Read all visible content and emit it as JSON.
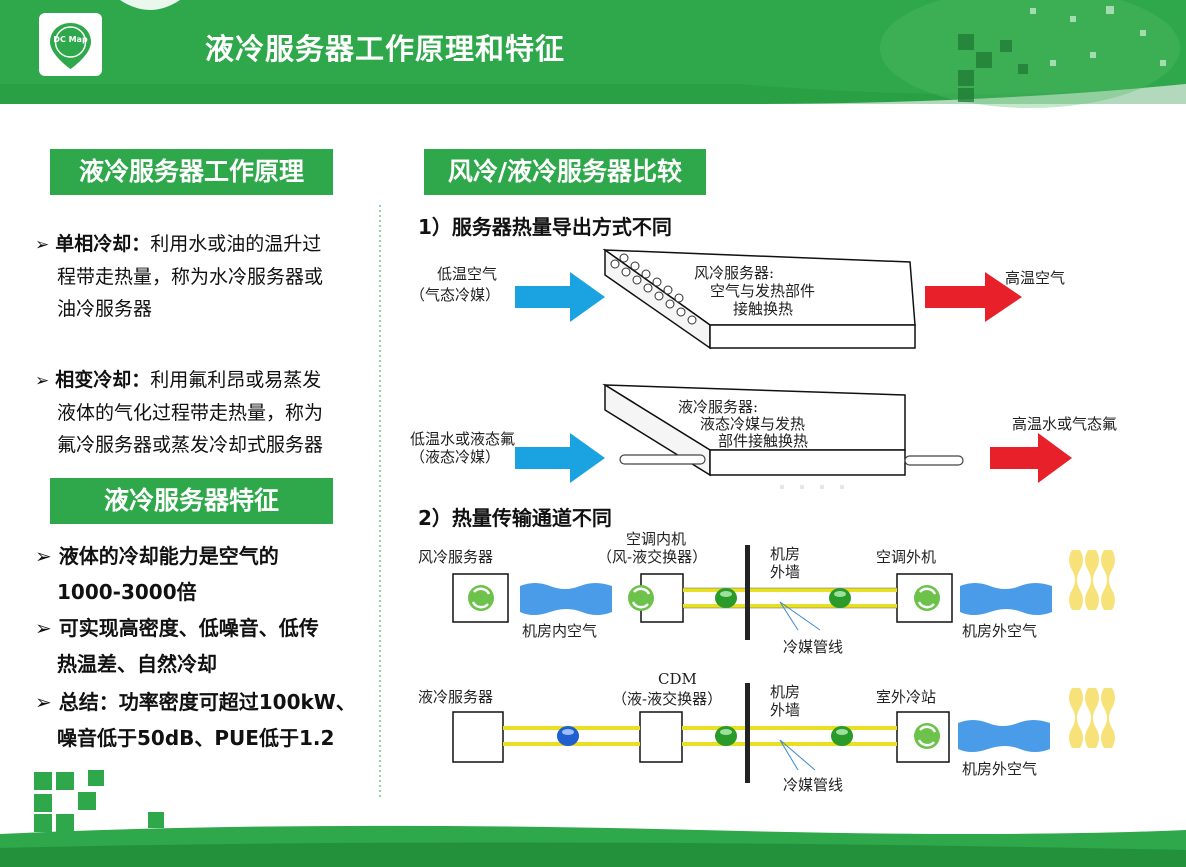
{
  "header": {
    "title": "液冷服务器工作原理和特征",
    "logo_text": "DC Map"
  },
  "colors": {
    "brand_green": "#2ea84a",
    "dark_green": "#23913c",
    "arrow_blue": "#1aa3e0",
    "arrow_red": "#e8202a",
    "water_blue": "#4a9be8",
    "pipe_yellow": "#e8e020",
    "heat_yellow": "#f7e27a"
  },
  "left": {
    "principle_title": "液冷服务器工作原理",
    "bullets": [
      {
        "lead": "单相冷却：",
        "lines": [
          "利用水或油的温升过",
          "程带走热量，称为水冷服务器或",
          "油冷服务器"
        ]
      },
      {
        "lead": "相变冷却：",
        "lines": [
          "利用氟利昂或易蒸发",
          "液体的气化过程带走热量，称为",
          "氟冷服务器或蒸发冷却式服务器"
        ]
      }
    ],
    "feature_title": "液冷服务器特征",
    "features": [
      {
        "line1": "液体的冷却能力是空气的",
        "line2": "1000-3000倍"
      },
      {
        "line1": "可实现高密度、低噪音、低传",
        "line2": "热温差、自然冷却"
      },
      {
        "line1": "总结：功率密度可超过100kW、",
        "line2": "噪音低于50dB、PUE低于1.2"
      }
    ]
  },
  "right": {
    "compare_title": "风冷/液冷服务器比较",
    "sub1": "1）服务器热量导出方式不同",
    "sub2": "2）热量传输通道不同",
    "d1": {
      "air_in_1": "低温空气",
      "air_in_2": "（气态冷媒）",
      "air_box_1": "风冷服务器:",
      "air_box_2": "空气与发热部件",
      "air_box_3": "接触换热",
      "air_out": "高温空气",
      "liq_in_1": "低温水或液态氟",
      "liq_in_2": "（液态冷媒）",
      "liq_box_1": "液冷服务器:",
      "liq_box_2": "液态冷媒与发热",
      "liq_box_3": "部件接触换热",
      "liq_out": "高温水或气态氟"
    },
    "d2": {
      "air_server": "风冷服务器",
      "indoor_unit_1": "空调内机",
      "indoor_unit_2": "（风-液交换器）",
      "wall_1": "机房",
      "wall_2": "外墙",
      "outdoor_unit": "空调外机",
      "room_air": "机房内空气",
      "outside_air": "机房外空气",
      "pipe": "冷媒管线",
      "liq_server": "液冷服务器",
      "cdm_1": "CDM",
      "cdm_2": "（液-液交换器）",
      "station": "室外冷站",
      "wall2_1": "机房",
      "wall2_2": "外墙",
      "outside_air2": "机房外空气",
      "pipe2": "冷媒管线"
    }
  }
}
